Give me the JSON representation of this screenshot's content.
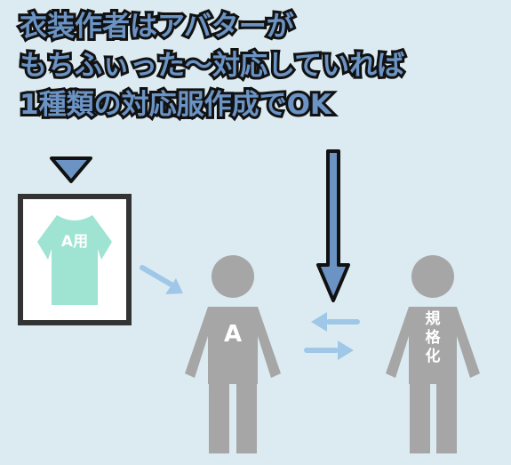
{
  "headline": {
    "line1": "衣装作者はアバターが",
    "line2": "もちふぃった〜対応していれば",
    "line3": "1種類の対応服作成でOK"
  },
  "costume_label": "A用",
  "avatar_a_label": "A",
  "standard_label": [
    "規",
    "格",
    "化"
  ],
  "colors": {
    "background": "#dcebf1",
    "headline_fill": "#6b93c4",
    "headline_stroke": "#111111",
    "shirt": "#9fe3d2",
    "figure": "#a6a6a6",
    "arrow_light": "#9fc8e8",
    "arrow_blue": "#6b93c4"
  }
}
